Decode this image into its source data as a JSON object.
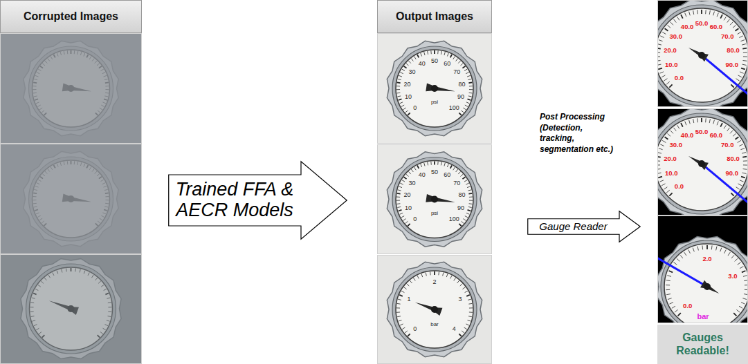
{
  "diagram": {
    "nodes": [
      {
        "text": [
          "Corrupted Images"
        ]
      },
      {
        "text": [
          "Trained FFA & AECR Models"
        ]
      },
      {
        "text": [
          "Output Images"
        ]
      },
      {
        "text": [
          "Gauge Reader"
        ]
      },
      {
        "text": [
          "Gauges Readable!"
        ]
      }
    ],
    "labels": [
      "Post Processing (Detection, tracking, segmentation etc.)",
      "0",
      "10",
      "20",
      "30",
      "40",
      "50",
      "60",
      "70",
      "80",
      "90",
      "100",
      "psi",
      "0",
      "10",
      "20",
      "30",
      "40",
      "50",
      "60",
      "70",
      "80",
      "90",
      "100",
      "psi",
      "0",
      "1",
      "2",
      "3",
      "4",
      "bar",
      "0.0",
      "10.0",
      "20.0",
      "30.0",
      "40.0",
      "50.0",
      "60.0",
      "70.0",
      "80.0",
      "90.0",
      "0.0",
      "10.0",
      "20.0",
      "30.0",
      "40.0",
      "50.0",
      "60.0",
      "70.0",
      "80.0",
      "90.0",
      "0.0",
      "2.0",
      "3.0",
      "bar"
    ]
  }
}
